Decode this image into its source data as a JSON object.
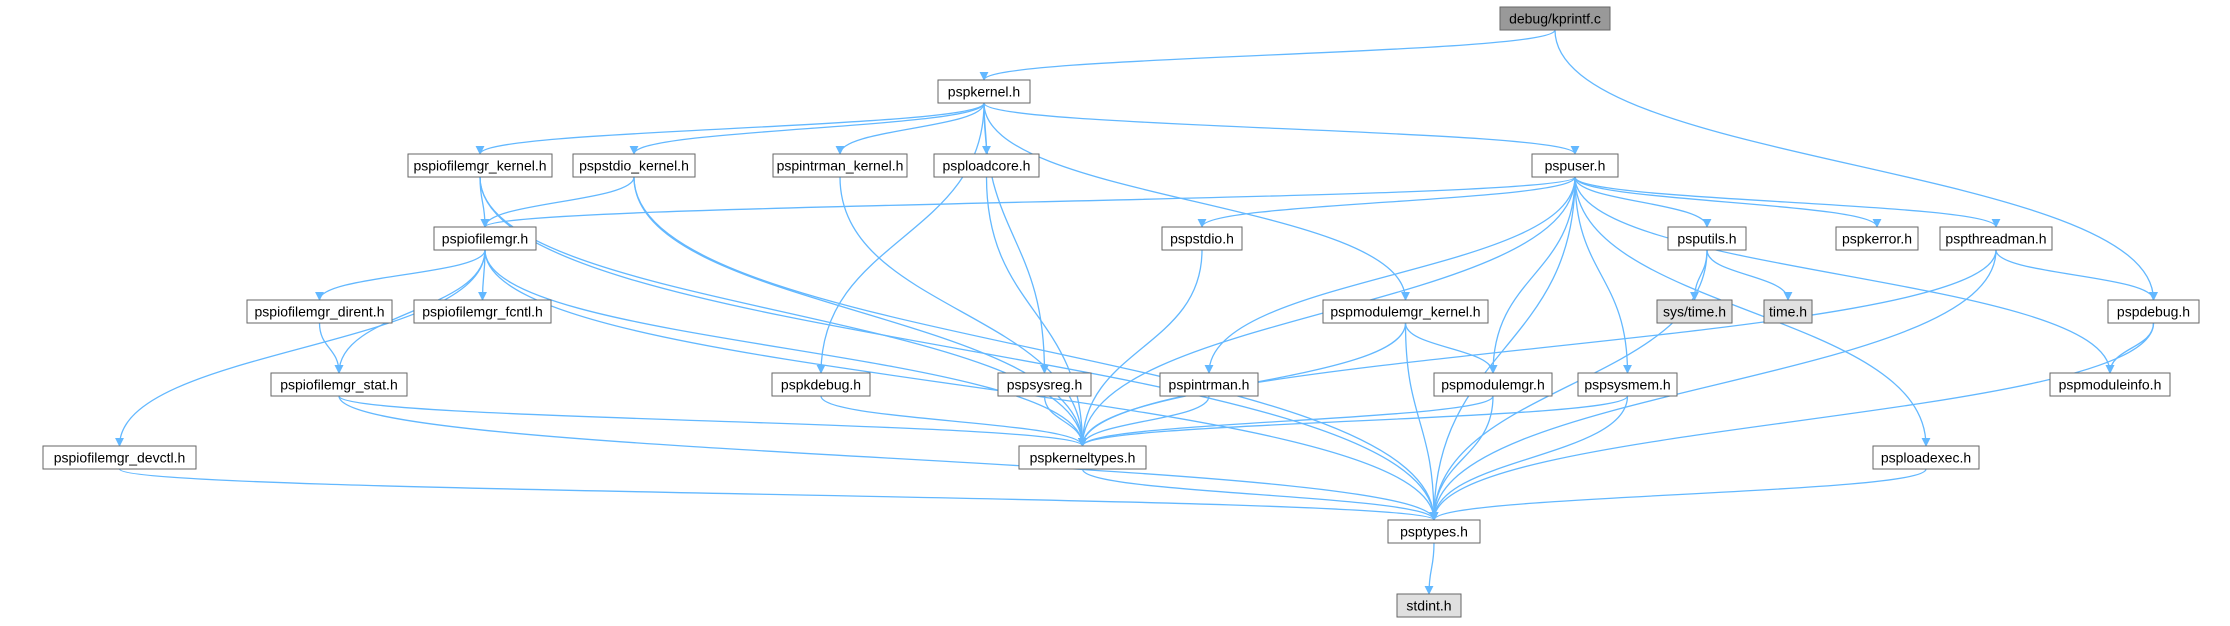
{
  "diagram": {
    "nodes": [
      {
        "id": "kprintf",
        "label": "debug/kprintf.c",
        "kind": "root"
      },
      {
        "id": "pspkernel",
        "label": "pspkernel.h",
        "kind": "file"
      },
      {
        "id": "pspiofilemgr_kernel",
        "label": "pspiofilemgr_kernel.h",
        "kind": "file"
      },
      {
        "id": "pspstdio_kernel",
        "label": "pspstdio_kernel.h",
        "kind": "file"
      },
      {
        "id": "pspintrman_kernel",
        "label": "pspintrman_kernel.h",
        "kind": "file"
      },
      {
        "id": "psploadcore",
        "label": "psploadcore.h",
        "kind": "file"
      },
      {
        "id": "pspuser",
        "label": "pspuser.h",
        "kind": "file"
      },
      {
        "id": "pspiofilemgr",
        "label": "pspiofilemgr.h",
        "kind": "file"
      },
      {
        "id": "pspstdio",
        "label": "pspstdio.h",
        "kind": "file"
      },
      {
        "id": "psputils",
        "label": "psputils.h",
        "kind": "file"
      },
      {
        "id": "pspkerror",
        "label": "pspkerror.h",
        "kind": "file"
      },
      {
        "id": "pspthreadman",
        "label": "pspthreadman.h",
        "kind": "file"
      },
      {
        "id": "pspiofilemgr_dirent",
        "label": "pspiofilemgr_dirent.h",
        "kind": "file"
      },
      {
        "id": "pspiofilemgr_fcntl",
        "label": "pspiofilemgr_fcntl.h",
        "kind": "file"
      },
      {
        "id": "pspmodulemgr_kernel",
        "label": "pspmodulemgr_kernel.h",
        "kind": "file"
      },
      {
        "id": "systime",
        "label": "sys/time.h",
        "kind": "external"
      },
      {
        "id": "time",
        "label": "time.h",
        "kind": "external"
      },
      {
        "id": "pspdebug",
        "label": "pspdebug.h",
        "kind": "file"
      },
      {
        "id": "pspiofilemgr_stat",
        "label": "pspiofilemgr_stat.h",
        "kind": "file"
      },
      {
        "id": "pspkdebug",
        "label": "pspkdebug.h",
        "kind": "file"
      },
      {
        "id": "pspsysreg",
        "label": "pspsysreg.h",
        "kind": "file"
      },
      {
        "id": "pspintrman",
        "label": "pspintrman.h",
        "kind": "file"
      },
      {
        "id": "pspmodulemgr",
        "label": "pspmodulemgr.h",
        "kind": "file"
      },
      {
        "id": "pspsysmem",
        "label": "pspsysmem.h",
        "kind": "file"
      },
      {
        "id": "pspmoduleinfo",
        "label": "pspmoduleinfo.h",
        "kind": "file"
      },
      {
        "id": "pspiofilemgr_devctl",
        "label": "pspiofilemgr_devctl.h",
        "kind": "file"
      },
      {
        "id": "pspkerneltypes",
        "label": "pspkerneltypes.h",
        "kind": "file"
      },
      {
        "id": "psploadexec",
        "label": "psploadexec.h",
        "kind": "file"
      },
      {
        "id": "psptypes",
        "label": "psptypes.h",
        "kind": "file"
      },
      {
        "id": "stdint",
        "label": "stdint.h",
        "kind": "external"
      }
    ],
    "edges": [
      [
        "kprintf",
        "pspkernel"
      ],
      [
        "kprintf",
        "pspdebug"
      ],
      [
        "pspkernel",
        "pspiofilemgr_kernel"
      ],
      [
        "pspkernel",
        "pspstdio_kernel"
      ],
      [
        "pspkernel",
        "pspintrman_kernel"
      ],
      [
        "pspkernel",
        "psploadcore"
      ],
      [
        "pspkernel",
        "pspuser"
      ],
      [
        "pspkernel",
        "pspkdebug"
      ],
      [
        "pspkernel",
        "pspsysreg"
      ],
      [
        "pspkernel",
        "pspmodulemgr_kernel"
      ],
      [
        "pspiofilemgr_kernel",
        "pspiofilemgr"
      ],
      [
        "pspiofilemgr_kernel",
        "pspkerneltypes"
      ],
      [
        "pspiofilemgr_kernel",
        "psptypes"
      ],
      [
        "pspstdio_kernel",
        "pspiofilemgr"
      ],
      [
        "pspstdio_kernel",
        "pspkerneltypes"
      ],
      [
        "pspstdio_kernel",
        "psptypes"
      ],
      [
        "pspintrman_kernel",
        "pspkerneltypes"
      ],
      [
        "psploadcore",
        "pspkerneltypes"
      ],
      [
        "pspuser",
        "pspiofilemgr"
      ],
      [
        "pspuser",
        "pspstdio"
      ],
      [
        "pspuser",
        "psputils"
      ],
      [
        "pspuser",
        "pspkerror"
      ],
      [
        "pspuser",
        "pspthreadman"
      ],
      [
        "pspuser",
        "pspintrman"
      ],
      [
        "pspuser",
        "pspmodulemgr"
      ],
      [
        "pspuser",
        "pspsysmem"
      ],
      [
        "pspuser",
        "pspmoduleinfo"
      ],
      [
        "pspuser",
        "psploadexec"
      ],
      [
        "pspuser",
        "pspkerneltypes"
      ],
      [
        "pspuser",
        "psptypes"
      ],
      [
        "pspiofilemgr",
        "pspiofilemgr_dirent"
      ],
      [
        "pspiofilemgr",
        "pspiofilemgr_fcntl"
      ],
      [
        "pspiofilemgr",
        "pspiofilemgr_stat"
      ],
      [
        "pspiofilemgr",
        "pspiofilemgr_devctl"
      ],
      [
        "pspiofilemgr",
        "pspkerneltypes"
      ],
      [
        "pspiofilemgr",
        "psptypes"
      ],
      [
        "pspiofilemgr_dirent",
        "pspiofilemgr_stat"
      ],
      [
        "pspiofilemgr_stat",
        "pspkerneltypes"
      ],
      [
        "pspiofilemgr_stat",
        "psptypes"
      ],
      [
        "pspiofilemgr_devctl",
        "psptypes"
      ],
      [
        "pspstdio",
        "pspkerneltypes"
      ],
      [
        "psputils",
        "systime"
      ],
      [
        "psputils",
        "time"
      ],
      [
        "psputils",
        "psptypes"
      ],
      [
        "pspthreadman",
        "pspdebug"
      ],
      [
        "pspthreadman",
        "pspkerneltypes"
      ],
      [
        "pspthreadman",
        "psptypes"
      ],
      [
        "pspdebug",
        "pspmoduleinfo"
      ],
      [
        "pspdebug",
        "psptypes"
      ],
      [
        "pspmodulemgr_kernel",
        "pspmodulemgr"
      ],
      [
        "pspmodulemgr_kernel",
        "pspkerneltypes"
      ],
      [
        "pspmodulemgr_kernel",
        "psptypes"
      ],
      [
        "pspkdebug",
        "pspkerneltypes"
      ],
      [
        "pspsysreg",
        "pspkerneltypes"
      ],
      [
        "pspintrman",
        "pspkerneltypes"
      ],
      [
        "pspmodulemgr",
        "pspkerneltypes"
      ],
      [
        "pspmodulemgr",
        "psptypes"
      ],
      [
        "pspsysmem",
        "pspkerneltypes"
      ],
      [
        "pspsysmem",
        "psptypes"
      ],
      [
        "pspkerneltypes",
        "psptypes"
      ],
      [
        "psploadexec",
        "psptypes"
      ],
      [
        "psptypes",
        "stdint"
      ]
    ],
    "colors": {
      "edge": "#63b8ff",
      "root_fill": "#999999",
      "file_fill": "#ffffff",
      "external_fill": "#e0e0e0",
      "border": "#666666"
    }
  }
}
